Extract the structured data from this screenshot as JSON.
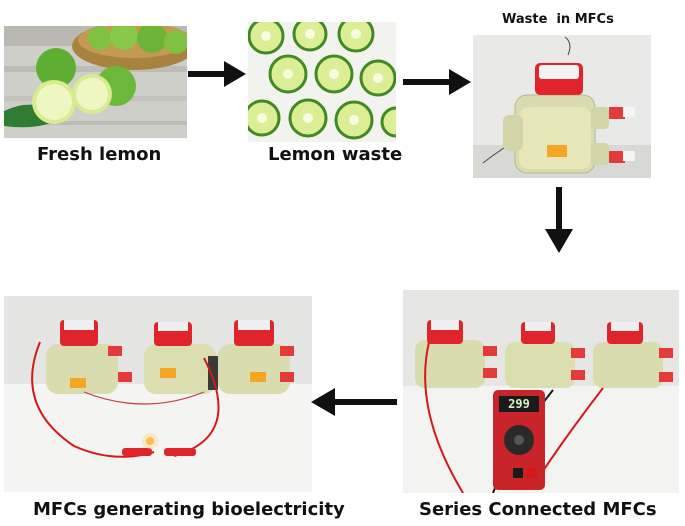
{
  "steps": [
    {
      "label": "Fresh lemon"
    },
    {
      "label": "Lemon waste"
    },
    {
      "label": "Waste  in MFCs"
    },
    {
      "label": "Series Connected MFCs"
    },
    {
      "label": "MFCs generating bioelectricity"
    }
  ],
  "meter": {
    "reading": "299"
  },
  "colors": {
    "arrow": "#111111",
    "cap": "#e0242c",
    "lime": "#8cc63f",
    "wire_red": "#d21a1a",
    "wire_black": "#1a1a1a"
  }
}
